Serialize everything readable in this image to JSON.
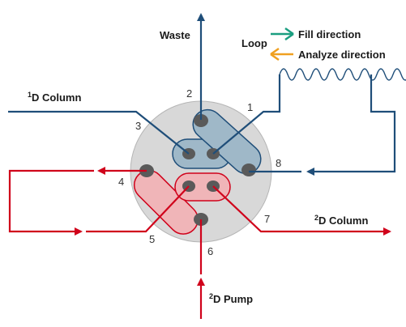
{
  "labels": {
    "waste": "Waste",
    "loop": "Loop",
    "fill_direction": "Fill direction",
    "analyze_direction": "Analyze  direction",
    "column_1d_sup": "1",
    "column_1d_text": "D Column",
    "column_2d_sup": "2",
    "column_2d_text": "D Column",
    "pump_2d_sup": "2",
    "pump_2d_text": "D Pump"
  },
  "ports": [
    "1",
    "2",
    "3",
    "4",
    "5",
    "6",
    "7",
    "8"
  ],
  "colors": {
    "blue_line": "#1f4e79",
    "red_line": "#d0021b",
    "fill_arrow": "#1a9e80",
    "analyze_arrow": "#f0a020",
    "valve_body": "#d8d8d8",
    "blue_channel": "#9fb8c8",
    "red_channel": "#f0b5b8",
    "port_hole": "#5a5a5a"
  }
}
